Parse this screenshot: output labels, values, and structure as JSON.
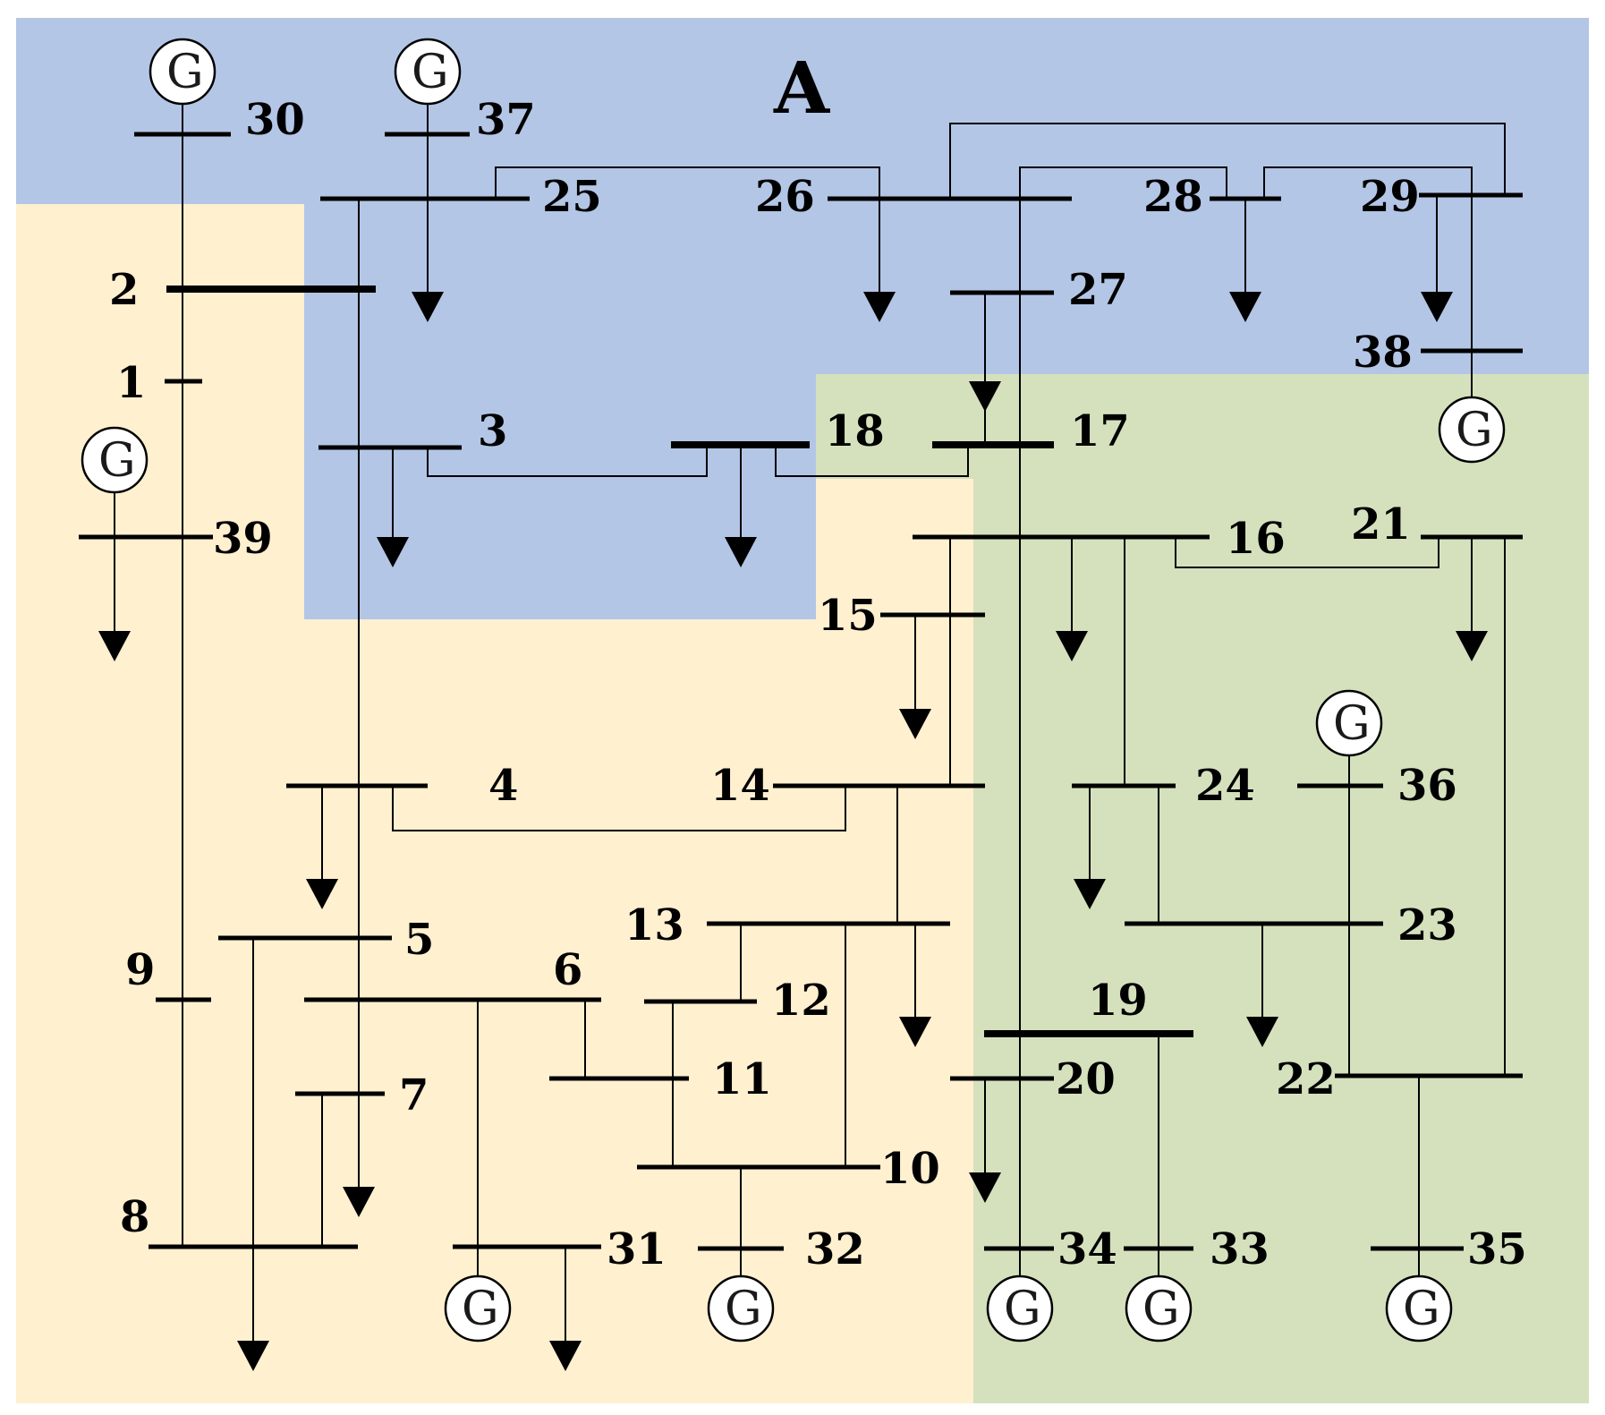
{
  "area_label": "A",
  "generator_symbol": "G",
  "colors": {
    "area_blue": "#b4c6e6",
    "area_yellow": "#fff0cf",
    "area_green": "#d5e1bd"
  },
  "buses": [
    "1",
    "2",
    "3",
    "4",
    "5",
    "6",
    "7",
    "8",
    "9",
    "10",
    "11",
    "12",
    "13",
    "14",
    "15",
    "16",
    "17",
    "18",
    "19",
    "20",
    "21",
    "22",
    "23",
    "24",
    "25",
    "26",
    "27",
    "28",
    "29",
    "30",
    "31",
    "32",
    "33",
    "34",
    "35",
    "36",
    "37",
    "38",
    "39"
  ]
}
